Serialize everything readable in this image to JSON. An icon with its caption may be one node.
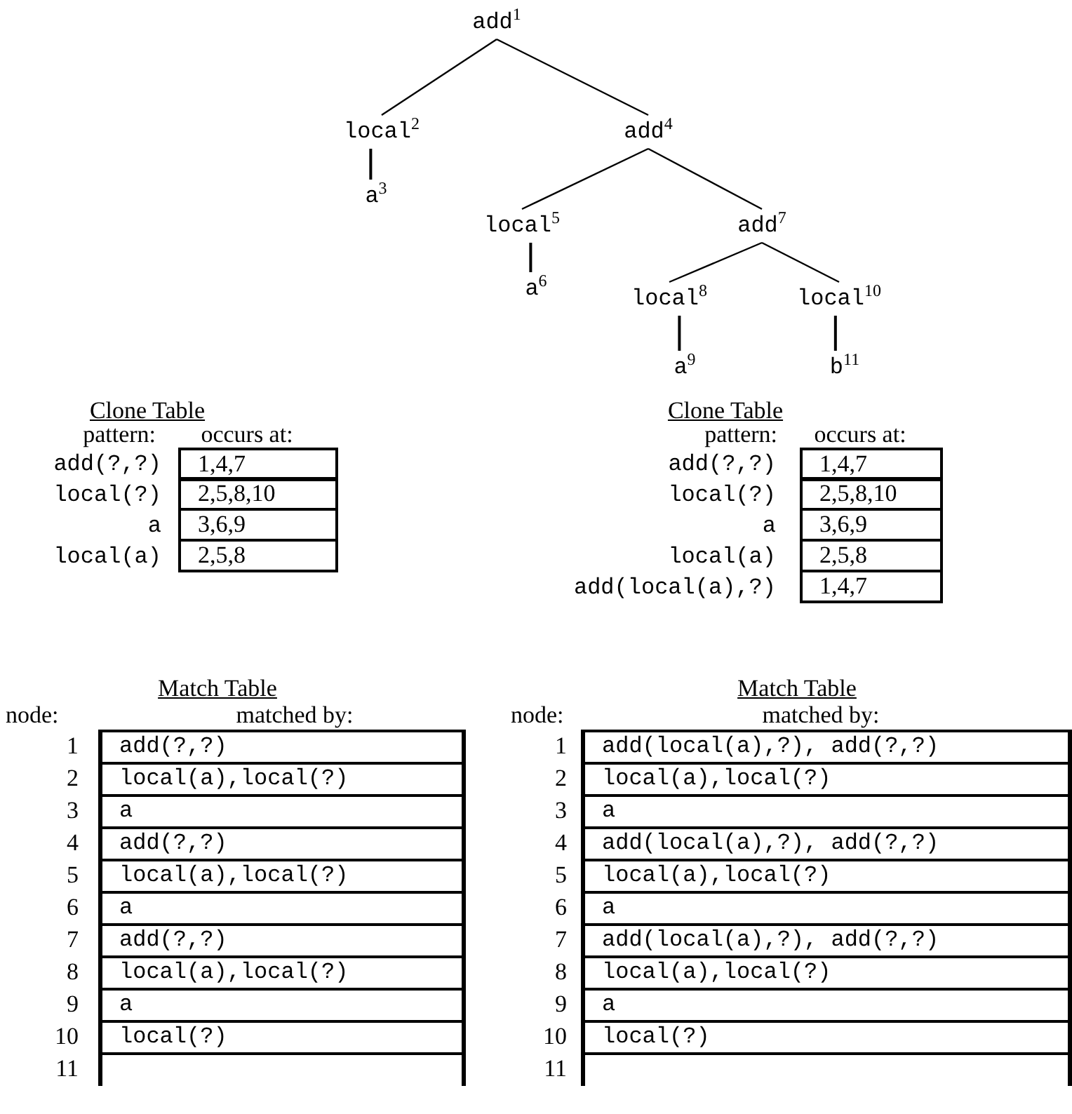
{
  "diagram": {
    "nodes": [
      {
        "text": [
          "add$^{1}$"
        ]
      },
      {
        "text": [
          "local$^{2}$"
        ]
      },
      {
        "text": [
          "a$^{3}$"
        ]
      },
      {
        "text": [
          "add$^{4}$"
        ]
      },
      {
        "text": [
          "local$^{5}$"
        ]
      },
      {
        "text": [
          "a$^{6}$"
        ]
      },
      {
        "text": [
          "add$^{7}$"
        ]
      },
      {
        "text": [
          "local$^{8}$"
        ]
      },
      {
        "text": [
          "a$^{9}$"
        ]
      },
      {
        "text": [
          "local$^{10}$"
        ]
      },
      {
        "text": [
          "b$^{11}$"
        ]
      }
    ],
    "edges": [
      {
        "from": 0,
        "to": 1,
        "arrow": "none"
      },
      {
        "from": 0,
        "to": 3,
        "arrow": "none"
      },
      {
        "from": 1,
        "to": 2,
        "arrow": "none"
      },
      {
        "from": 3,
        "to": 4,
        "arrow": "none"
      },
      {
        "from": 3,
        "to": 6,
        "arrow": "none"
      },
      {
        "from": 4,
        "to": 5,
        "arrow": "none"
      },
      {
        "from": 6,
        "to": 7,
        "arrow": "none"
      },
      {
        "from": 6,
        "to": 9,
        "arrow": "none"
      },
      {
        "from": 7,
        "to": 8,
        "arrow": "none"
      },
      {
        "from": 9,
        "to": 10,
        "arrow": "none"
      }
    ],
    "labels": [
      "Clone Table",
      "pattern:",
      "occurs at:",
      "add(?,?)",
      "1,4,7",
      "local(?)",
      "2,5,8,10",
      "a",
      "3,6,9",
      "local(a)",
      "2,5,8",
      "Clone Table",
      "pattern:",
      "occurs at:",
      "add(?,?)",
      "1,4,7",
      "local(?)",
      "2,5,8,10",
      "a",
      "3,6,9",
      "local(a)",
      "2,5,8",
      "add(local(a),?)",
      "1,4,7",
      "Match Table",
      "node:",
      "matched by:",
      "1",
      "add(?,?)",
      "2",
      "local(a),local(?)",
      "3",
      "a",
      "4",
      "add(?,?)",
      "5",
      "local(a),local(?)",
      "6",
      "a",
      "7",
      "add(?,?)",
      "8",
      "local(a),local(?)",
      "9",
      "a",
      "10",
      "local(?)",
      "11",
      "Match Table",
      "node:",
      "matched by:",
      "1",
      "add(local(a),?), add(?,?)",
      "2",
      "local(a),local(?)",
      "3",
      "a",
      "4",
      "add(local(a),?), add(?,?)",
      "5",
      "local(a),local(?)",
      "6",
      "a",
      "7",
      "add(local(a),?), add(?,?)",
      "8",
      "local(a),local(?)",
      "9",
      "a",
      "10",
      "local(?)",
      "11"
    ]
  }
}
